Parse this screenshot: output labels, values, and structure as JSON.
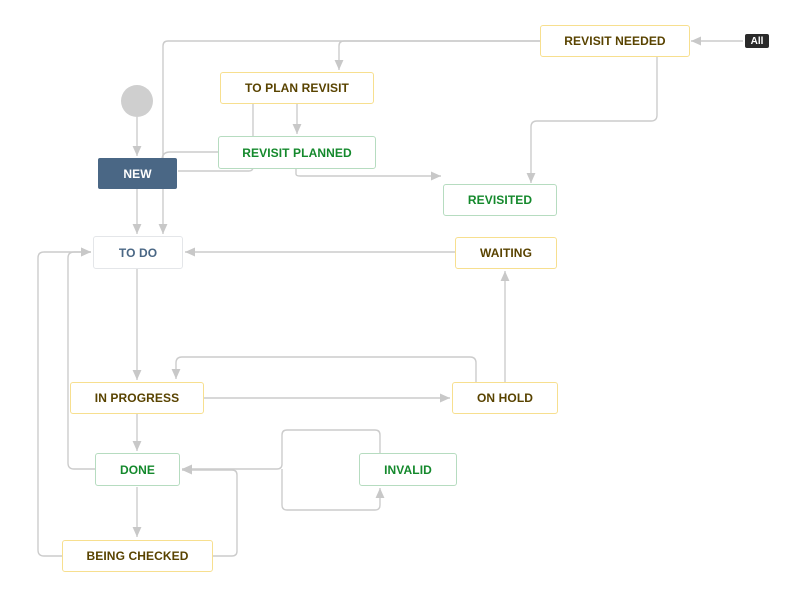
{
  "diagram": {
    "statuses": {
      "revisit_needed": "REVISIT NEEDED",
      "to_plan_revisit": "TO PLAN REVISIT",
      "revisit_planned": "REVISIT PLANNED",
      "new": "NEW",
      "revisited": "REVISITED",
      "to_do": "TO DO",
      "waiting": "WAITING",
      "in_progress": "IN PROGRESS",
      "on_hold": "ON HOLD",
      "done": "DONE",
      "invalid": "INVALID",
      "being_checked": "BEING CHECKED"
    },
    "all_badge": "All",
    "colors": {
      "edge": "#cccccc",
      "yellow_border": "#f7df8f",
      "yellow_text": "#594300",
      "green_border": "#b6dcc0",
      "green_text": "#14892c",
      "grey_text": "#4a6785",
      "new_fill": "#4a6785",
      "start_fill": "#cfcfcf",
      "badge_fill": "#2a2a2a"
    }
  }
}
